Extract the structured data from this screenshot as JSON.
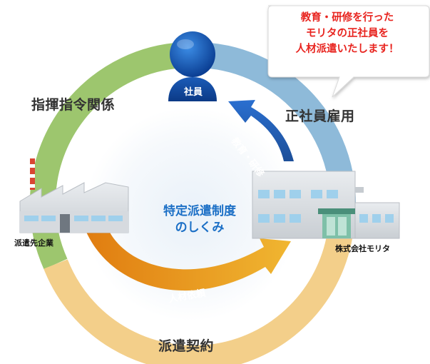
{
  "bubble": {
    "line1": "教育・研修を行った",
    "line2": "モリタの正社員を",
    "line3": "人材派遣いたします！"
  },
  "person": {
    "label": "社員"
  },
  "labels": {
    "top_left": "指揮指令関係",
    "top_right": "正社員雇用",
    "bottom": "派遣契約"
  },
  "center": {
    "line1": "特定派遣制度",
    "line2": "のしくみ"
  },
  "arrows": {
    "training": "教育・研修",
    "dispatch_request": "人材依頼"
  },
  "companies": {
    "client": "派遣先企業",
    "morita": "株式会社モリタ"
  },
  "colors": {
    "green_arc": "#9dc66e",
    "blue_arc": "#8ebad9",
    "orange_arc": "#f3cf8a",
    "blue_arrow": "#1f5aa8",
    "orange_arrow": "#e89a1d",
    "bubble_text": "#e8241f"
  }
}
